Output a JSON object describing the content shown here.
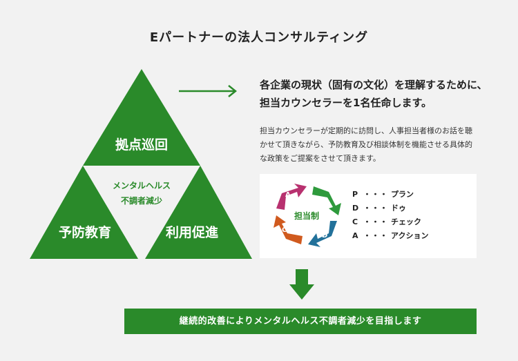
{
  "title": "Eパートナーの法人コンサルティング",
  "triangle": {
    "top": "拠点巡回",
    "bottom_left": "予防教育",
    "bottom_right": "利用促進",
    "center_line1": "メンタルヘルス",
    "center_line2": "不調者減少"
  },
  "headline": {
    "line1": "各企業の現状（固有の文化）を理解するために、",
    "line2": "担当カウンセラーを1名任命します。"
  },
  "description": "担当カウンセラーが定期的に訪問し、人事担当者様のお話を聴かせて頂きながら、予防教育及び相談体制を機能させる具体的な政策をご提案をさせて頂きます。",
  "pdca": {
    "center_label": "担当制",
    "letters": {
      "a": "A",
      "p": "P",
      "d": "D",
      "c": "C"
    },
    "legend": [
      {
        "key": "P",
        "dots": "・・・",
        "text": "プラン"
      },
      {
        "key": "D",
        "dots": "・・・",
        "text": "ドゥ"
      },
      {
        "key": "C",
        "dots": "・・・",
        "text": "チェック"
      },
      {
        "key": "A",
        "dots": "・・・",
        "text": "アクション"
      }
    ]
  },
  "bottom_banner": "継続的改善によりメンタルヘルス不調者減少を目指します",
  "colors": {
    "green": "#2a8a2a",
    "background": "#f2f2f2",
    "pdca_a": "#b8316f",
    "pdca_p": "#2e9a3c",
    "pdca_d": "#22719a",
    "pdca_c": "#d05a1e"
  }
}
